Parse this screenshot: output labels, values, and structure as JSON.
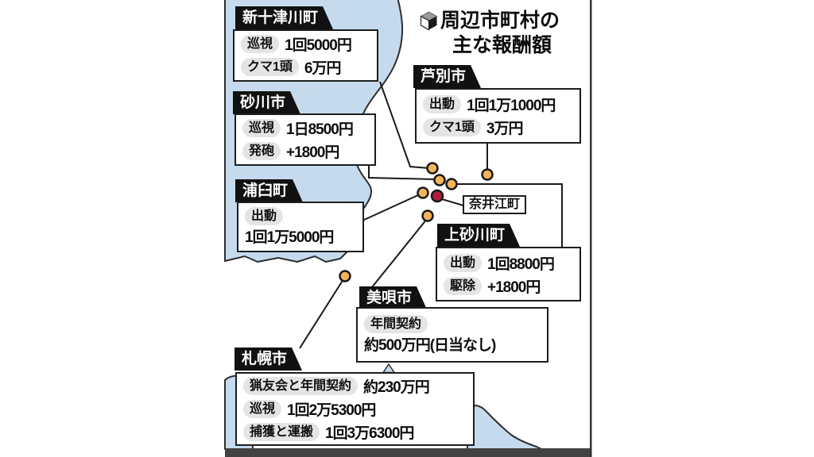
{
  "title": {
    "line1": "周辺市町村の",
    "line2": "主な報酬額",
    "bullet_icon": "cube-icon"
  },
  "municipalities": [
    {
      "id": "shintotsukawa",
      "name": "新十津川町",
      "rows": [
        {
          "label": "巡視",
          "value": "1回5000円"
        },
        {
          "label": "クマ1頭",
          "value": "6万円"
        }
      ]
    },
    {
      "id": "sunagawa",
      "name": "砂川市",
      "rows": [
        {
          "label": "巡視",
          "value": "1日8500円"
        },
        {
          "label": "発砲",
          "value": "+1800円"
        }
      ]
    },
    {
      "id": "ashibetsu",
      "name": "芦別市",
      "rows": [
        {
          "label": "出動",
          "value": "1回1万1000円"
        },
        {
          "label": "クマ1頭",
          "value": "3万円"
        }
      ]
    },
    {
      "id": "urausu",
      "name": "浦臼町",
      "rows": [
        {
          "label": "出動",
          "value": "1回1万5000円"
        }
      ]
    },
    {
      "id": "naie",
      "name": "奈井江町",
      "rows": []
    },
    {
      "id": "kamisunagawa",
      "name": "上砂川町",
      "rows": [
        {
          "label": "出動",
          "value": "1回8800円"
        },
        {
          "label": "駆除",
          "value": "+1800円"
        }
      ]
    },
    {
      "id": "bibai",
      "name": "美唄市",
      "rows": [
        {
          "label": "年間契約",
          "value": "約500万円(日当なし)"
        }
      ]
    },
    {
      "id": "sapporo",
      "name": "札幌市",
      "rows": [
        {
          "label": "猟友会と年間契約",
          "value": "約230万円"
        },
        {
          "label": "巡視",
          "value": "1回2万5300円"
        },
        {
          "label": "捕獲と運搬",
          "value": "1回3万6300円"
        }
      ]
    }
  ],
  "colors": {
    "water": "#c5daed",
    "water_outline": "#2e2e2e",
    "marker_orange": "#f3b45c",
    "marker_red": "#b01e3e",
    "marker_outline": "#1a1a1a",
    "tag_background": "#111111",
    "pill_background": "#e4e4e4",
    "bottom_bar": "#424242",
    "map_border": "#333333"
  }
}
